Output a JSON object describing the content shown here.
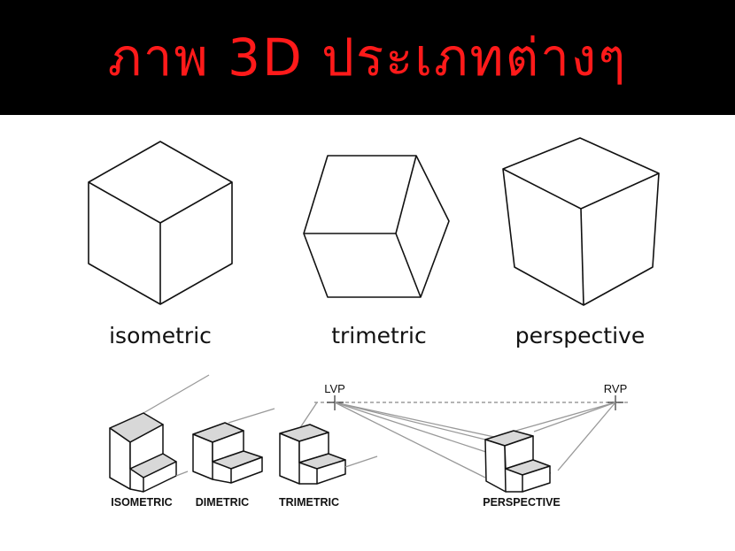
{
  "header": {
    "title": "ภาพ 3D ประเภทต่างๆ"
  },
  "top_row": {
    "isometric": "isometric",
    "trimetric": "trimetric",
    "perspective": "perspective"
  },
  "bottom_row": {
    "isometric": "ISOMETRIC",
    "dimetric": "DIMETRIC",
    "trimetric": "TRIMETRIC",
    "perspective": "PERSPECTIVE",
    "lvp": "LVP",
    "rvp": "RVP"
  },
  "colors": {
    "banner": "#000000",
    "title": "#ff1a1a"
  }
}
